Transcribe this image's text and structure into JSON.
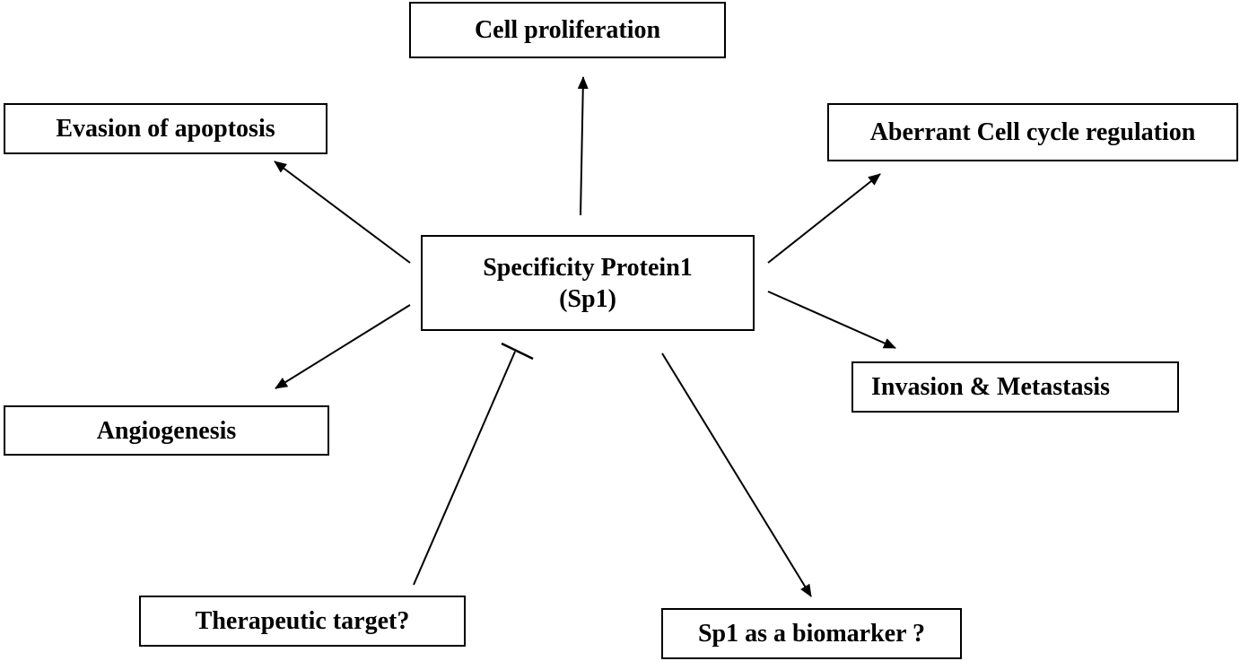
{
  "diagram": {
    "center": {
      "line1": "Specificity Protein1",
      "line2": "(Sp1)"
    },
    "nodes": {
      "cell_proliferation": "Cell proliferation",
      "evasion_apoptosis": "Evasion of apoptosis",
      "cell_cycle": "Aberrant Cell cycle regulation",
      "angiogenesis": "Angiogenesis",
      "invasion": "Invasion & Metastasis",
      "therapeutic": "Therapeutic target?",
      "biomarker": "Sp1 as a biomarker ?"
    },
    "edge_color": "#000000"
  }
}
